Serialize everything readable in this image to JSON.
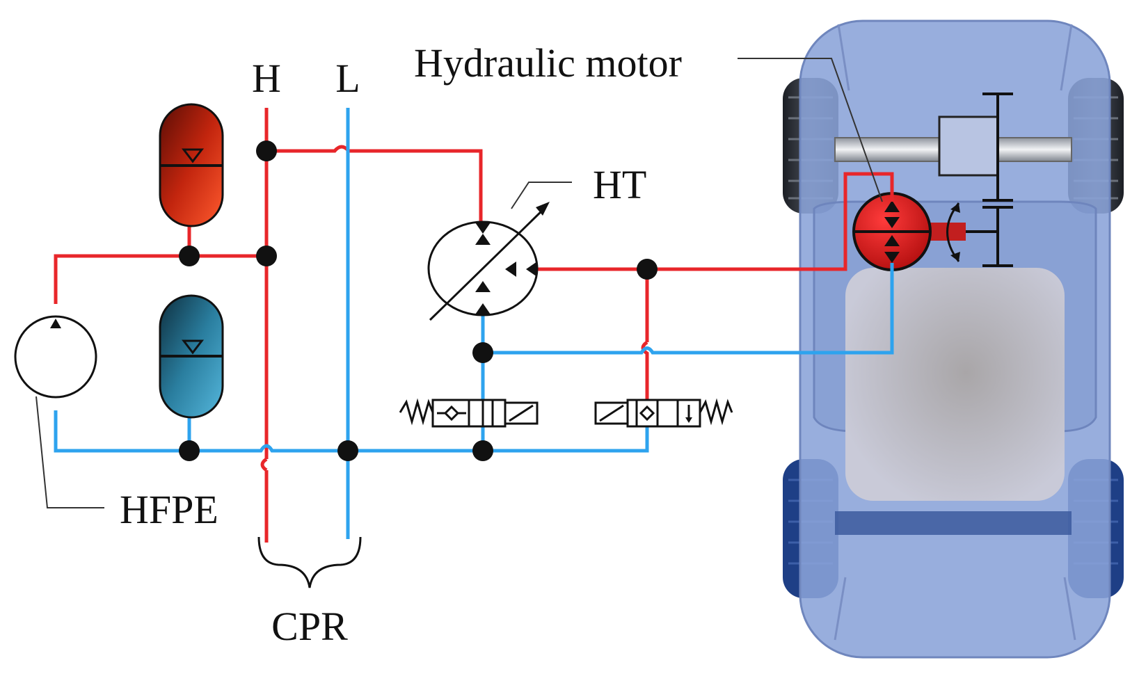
{
  "labels": {
    "high_line": "H",
    "low_line": "L",
    "hydraulic_motor": "Hydraulic motor",
    "ht": "HT",
    "hfpe": "HFPE",
    "cpr": "CPR"
  },
  "colors": {
    "high_pressure": "#e8262a",
    "low_pressure": "#2ea3ee",
    "vehicle_body": "#8aa3d8",
    "motor": "#d81c1c"
  }
}
